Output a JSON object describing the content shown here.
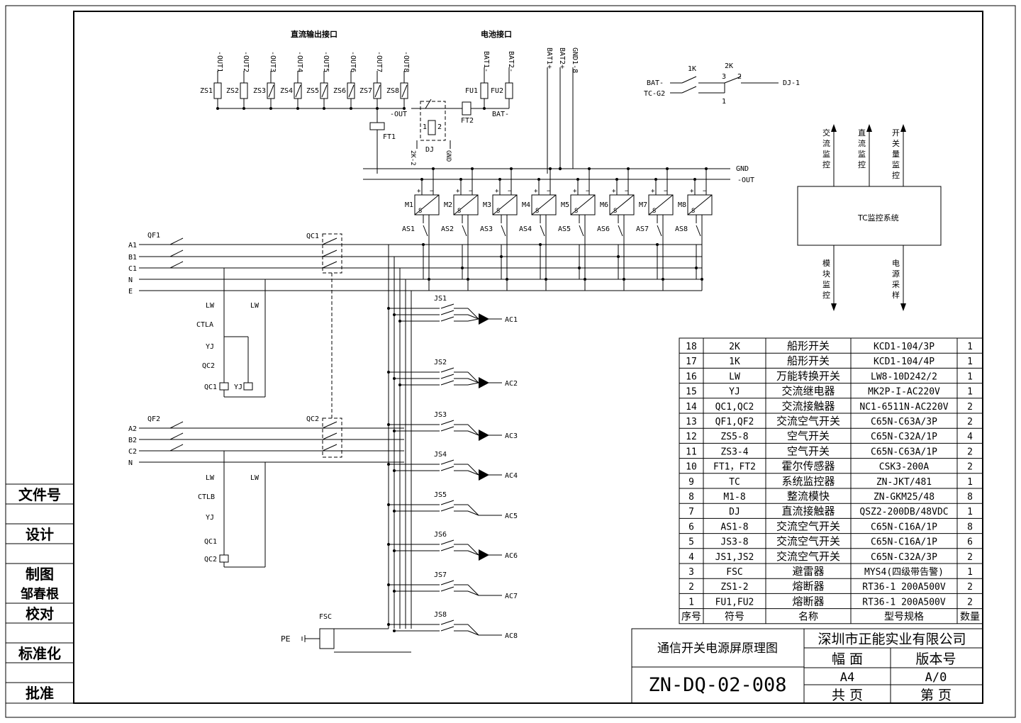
{
  "header": {
    "dc_output_title": "直流输出接口",
    "battery_title": "电池接口"
  },
  "dc_outputs": [
    "-OUT1",
    "-OUT2",
    "-OUT3",
    "-OUT4",
    "-OUT5",
    "-OUT6",
    "-OUT7",
    "-OUT8"
  ],
  "dc_switches": [
    "ZS1",
    "ZS2",
    "ZS3",
    "ZS4",
    "ZS5",
    "ZS6",
    "ZS7",
    "ZS8"
  ],
  "battery_terms": [
    "BAT1-",
    "BAT2-",
    "BAT1+",
    "BAT2+",
    "GND1-8"
  ],
  "fuses": [
    "FU1",
    "FU2"
  ],
  "misc_labels": {
    "out_neg": "-OUT",
    "bat_neg": "BAT-",
    "ft1": "FT1",
    "ft2": "FT2",
    "dj": "DJ",
    "dj_pin1": "1",
    "dj_pin2": "2",
    "twok2": "2K-2",
    "gnd": "GND",
    "bus_gnd": "GND",
    "bus_out": "-OUT",
    "pe": "PE",
    "fsc": "FSC",
    "tc_system": "TC监控系统"
  },
  "switch_circuit": {
    "bat": "BAT-",
    "tcg2": "TC-G2",
    "k1": "1K",
    "k2": "2K",
    "p3": "3",
    "p2": "2",
    "p1": "1",
    "dj1": "DJ-1"
  },
  "tc_arrows_top": [
    "交流监控",
    "直流监控",
    "开关量监控"
  ],
  "tc_arrows_bottom": [
    "模块监控",
    "电源采样"
  ],
  "modules": [
    "M1",
    "M2",
    "M3",
    "M4",
    "M5",
    "M6",
    "M7",
    "M8"
  ],
  "module_switches": [
    "AS1",
    "AS2",
    "AS3",
    "AS4",
    "AS5",
    "AS6",
    "AS7",
    "AS8"
  ],
  "phase_in1": [
    "A1",
    "B1",
    "C1",
    "N",
    "E"
  ],
  "phase_in2": [
    "A2",
    "B2",
    "C2",
    "N"
  ],
  "breakers": {
    "qf1": "QF1",
    "qf2": "QF2",
    "qc1": "QC1",
    "qc2": "QC2"
  },
  "control1": [
    "LW",
    "LW",
    "CTLA",
    "YJ",
    "QC2",
    "QC1",
    "YJ"
  ],
  "control2": [
    "LW",
    "LW",
    "CTLB",
    "YJ",
    "QC1",
    "QC2"
  ],
  "ac_switches": [
    "JS1",
    "JS2",
    "JS3",
    "JS4",
    "JS5",
    "JS6",
    "JS7",
    "JS8"
  ],
  "ac_outputs": [
    "AC1",
    "AC2",
    "AC3",
    "AC4",
    "AC5",
    "AC6",
    "AC7",
    "AC8"
  ],
  "bom": {
    "headers": [
      "序号",
      "符号",
      "名称",
      "型号规格",
      "数量"
    ],
    "rows": [
      [
        "18",
        "2K",
        "船形开关",
        "KCD1-104/3P",
        "1"
      ],
      [
        "17",
        "1K",
        "船形开关",
        "KCD1-104/4P",
        "1"
      ],
      [
        "16",
        "LW",
        "万能转换开关",
        "LW8-10D242/2",
        "1"
      ],
      [
        "15",
        "YJ",
        "交流继电器",
        "MK2P-I-AC220V",
        "1"
      ],
      [
        "14",
        "QC1,QC2",
        "交流接触器",
        "NC1-6511N-AC220V",
        "2"
      ],
      [
        "13",
        "QF1,QF2",
        "交流空气开关",
        "C65N-C63A/3P",
        "2"
      ],
      [
        "12",
        "ZS5-8",
        "空气开关",
        "C65N-C32A/1P",
        "4"
      ],
      [
        "11",
        "ZS3-4",
        "空气开关",
        "C65N-C63A/1P",
        "2"
      ],
      [
        "10",
        "FT1，FT2",
        "霍尔传感器",
        "CSK3-200A",
        "2"
      ],
      [
        "9",
        "TC",
        "系统监控器",
        "ZN-JKT/481",
        "1"
      ],
      [
        "8",
        "M1-8",
        "整流模快",
        "ZN-GKM25/48",
        "8"
      ],
      [
        "7",
        "DJ",
        "直流接触器",
        "QSZ2-200DB/48VDC",
        "1"
      ],
      [
        "6",
        "AS1-8",
        "交流空气开关",
        "C65N-C16A/1P",
        "8"
      ],
      [
        "5",
        "JS3-8",
        "交流空气开关",
        "C65N-C16A/1P",
        "6"
      ],
      [
        "4",
        "JS1,JS2",
        "交流空气开关",
        "C65N-C32A/3P",
        "2"
      ],
      [
        "3",
        "FSC",
        "避雷器",
        "MYS4(四级带告警)",
        "1"
      ],
      [
        "2",
        "ZS1-2",
        "熔断器",
        "RT36-1  200A500V",
        "2"
      ],
      [
        "1",
        "FU1,FU2",
        "熔断器",
        "RT36-1  200A500V",
        "2"
      ]
    ]
  },
  "title_block": {
    "drawing_title": "通信开关电源屏原理图",
    "company": "深圳市正能实业有限公司",
    "size_label": "幅  面",
    "version_label": "版本号",
    "size": "A4",
    "version": "A/0",
    "total_pages": "共  页",
    "page": "第  页",
    "drawing_no": "ZN-DQ-02-008"
  },
  "left_panel": [
    {
      "label": "文件号",
      "value": ""
    },
    {
      "label": "设计",
      "value": ""
    },
    {
      "label": "制图",
      "value": "邹春根"
    },
    {
      "label": "校对",
      "value": ""
    },
    {
      "label": "标准化",
      "value": ""
    },
    {
      "label": "批准",
      "value": ""
    }
  ]
}
